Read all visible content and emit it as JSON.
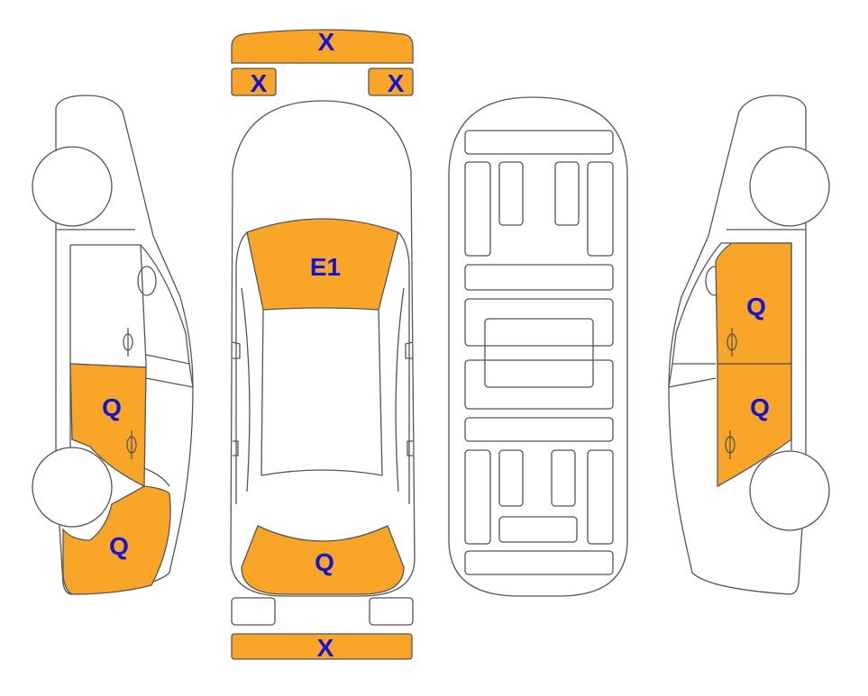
{
  "colors": {
    "damage": "#F9A628",
    "label": "#1414D6",
    "outline": "#555555",
    "background": "#FFFFFF"
  },
  "labels": {
    "roof_bar": "X",
    "mirror_left": "X",
    "mirror_right": "X",
    "windshield": "E1",
    "rear_bumper_top": "Q",
    "rear_bumper_bar": "X",
    "left_rear_door": "Q",
    "left_rear_quarter": "Q",
    "right_front_door": "Q",
    "right_rear_door": "Q"
  }
}
